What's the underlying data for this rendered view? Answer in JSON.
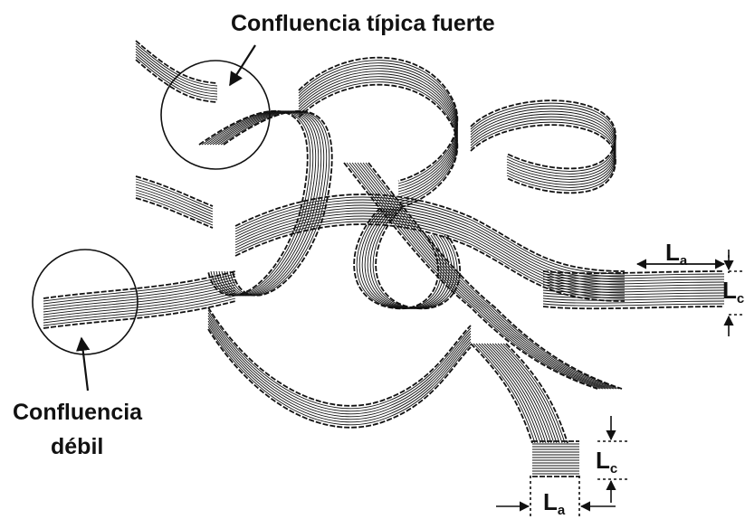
{
  "labels": {
    "strong_confluence": "Confluencia típica fuerte",
    "weak_confluence_line1": "Confluencia",
    "weak_confluence_line2": "débil",
    "La_main": "L",
    "La_sub": "a",
    "Lc_main": "L",
    "Lc_sub": "c"
  },
  "colors": {
    "ink": "#111111",
    "background": "#ffffff"
  }
}
